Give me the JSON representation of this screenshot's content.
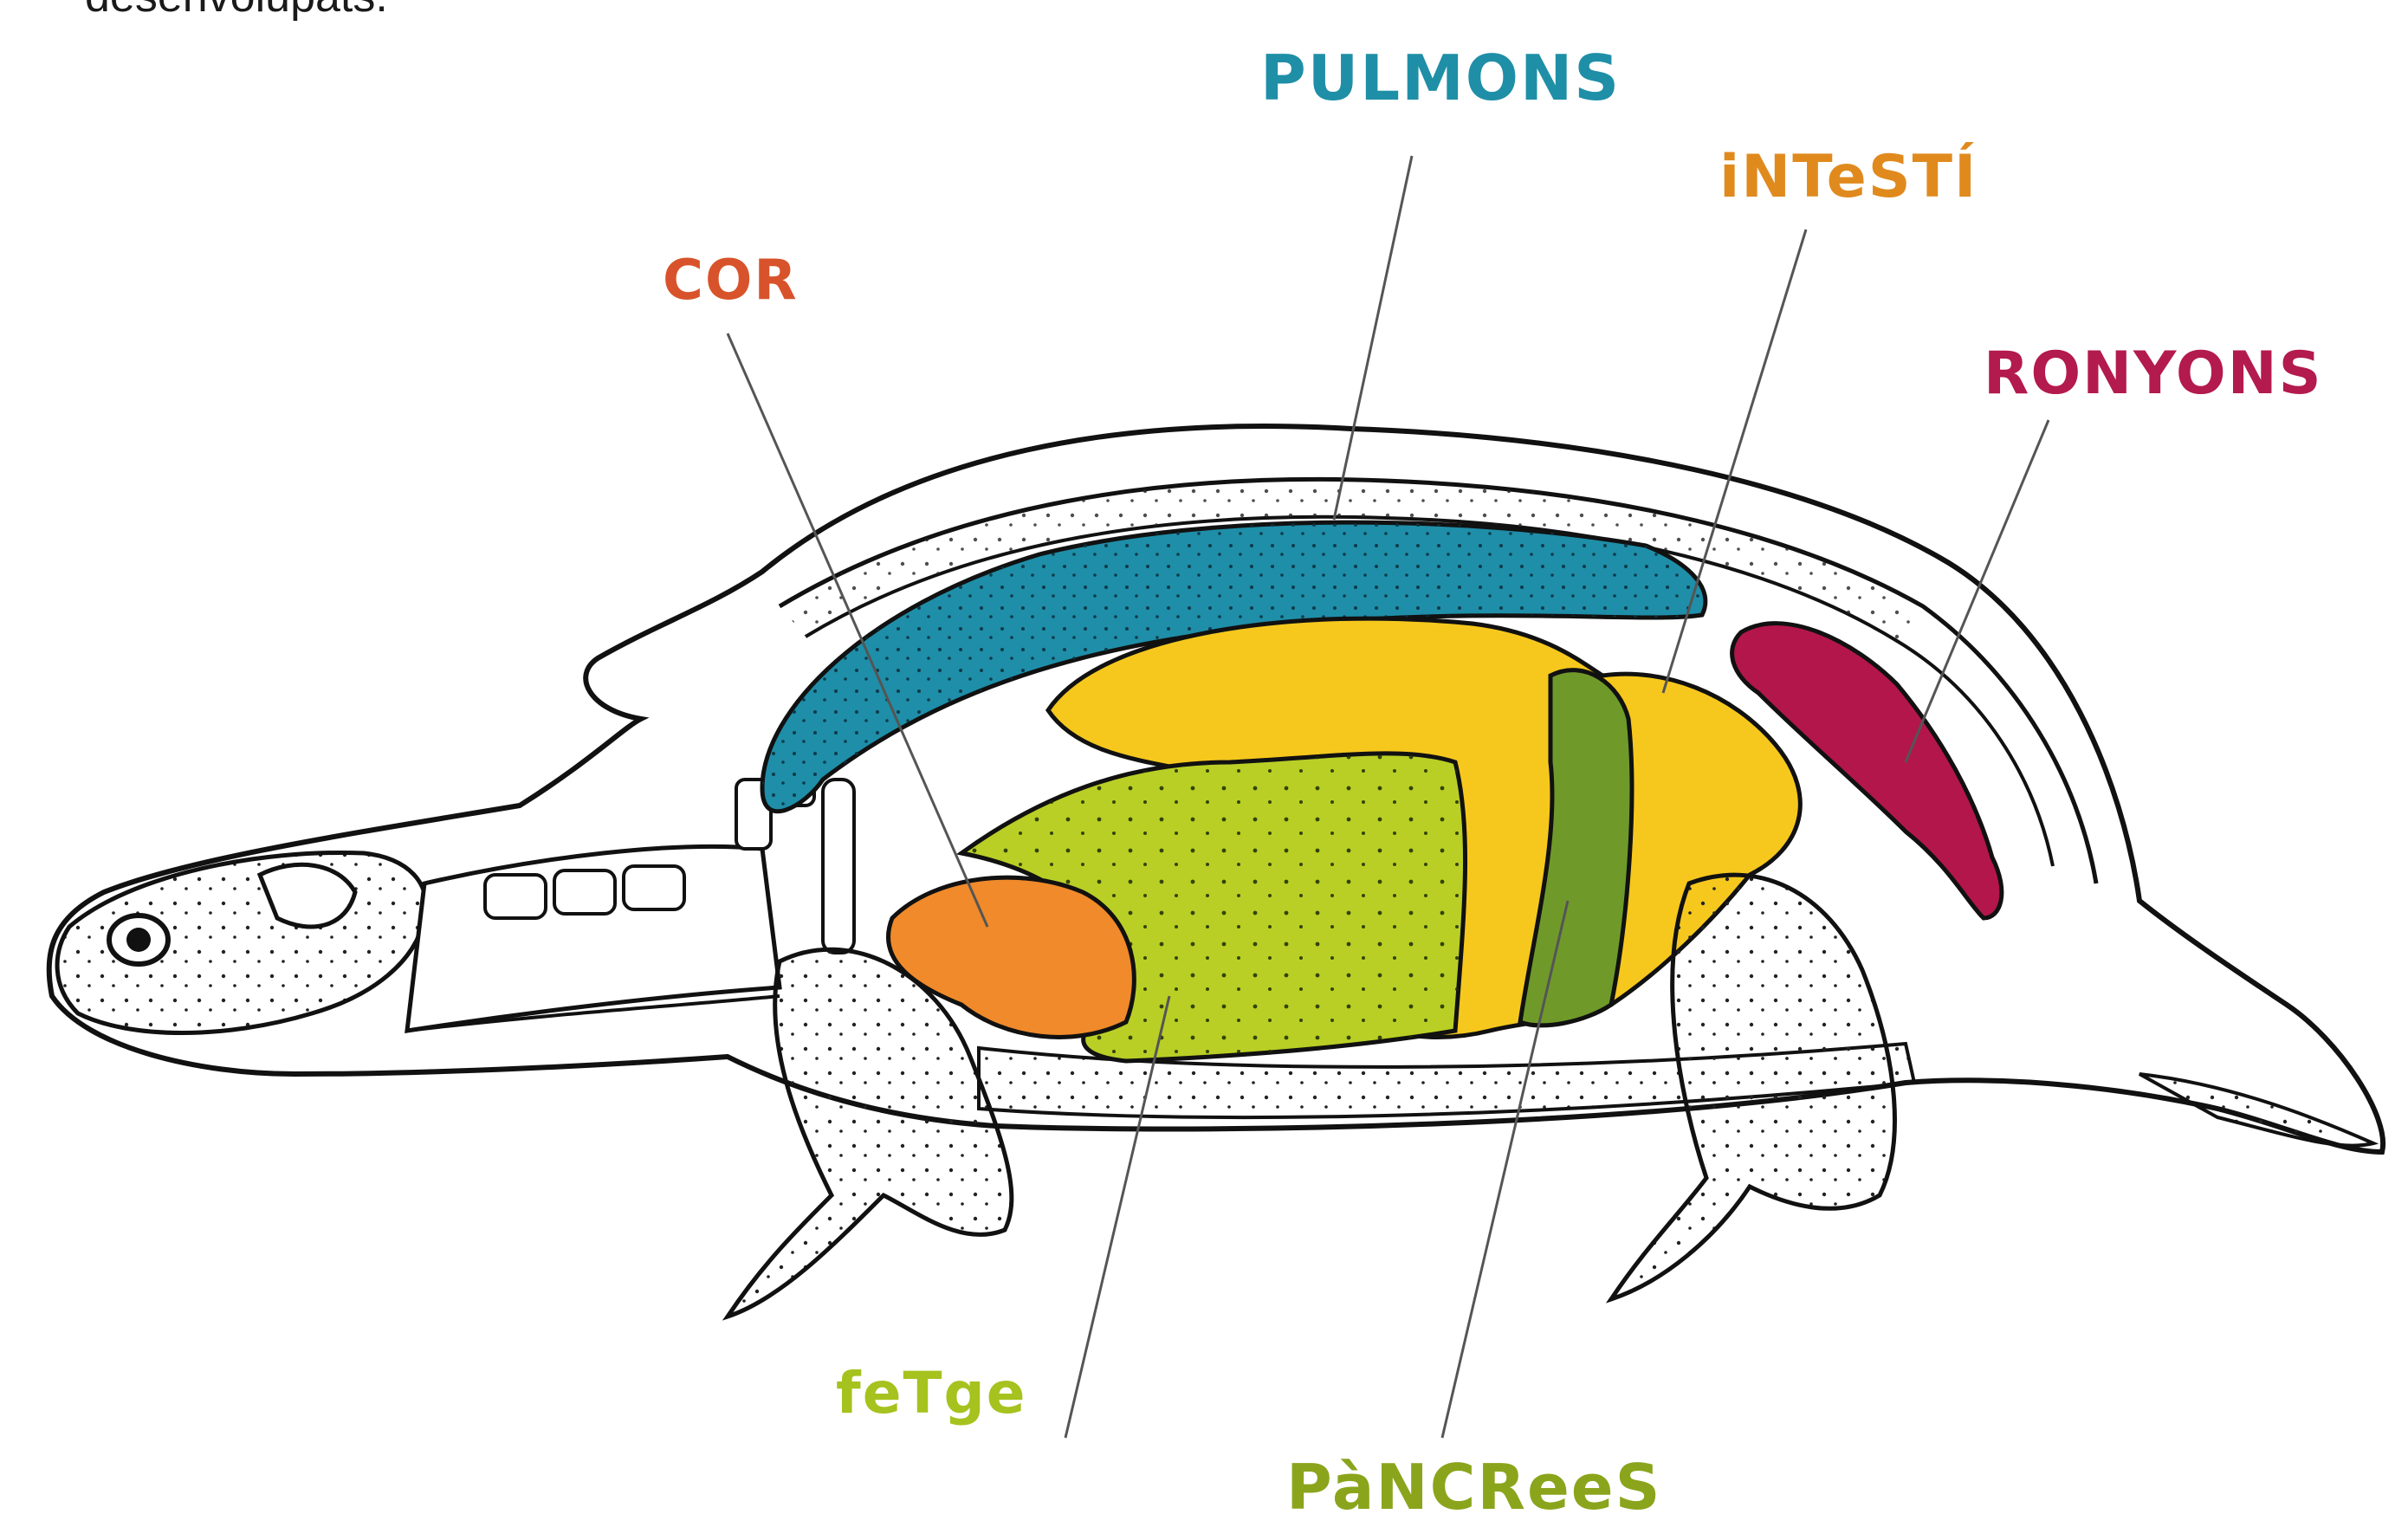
{
  "intro_text": "desenvolupats.",
  "labels": {
    "pulmons": "PULMONS",
    "intesti": "iNTeSTÍ",
    "cor": "COR",
    "ronyons": "RONYONS",
    "fetge": "feTge",
    "pancrees": "PàNCReeS"
  },
  "colors": {
    "pulmons": "#1e8fa6",
    "intesti": "#e08a1e",
    "cor": "#d8532b",
    "ronyons": "#b31a4d",
    "fetge": "#a6c21e",
    "pancrees": "#8aa51c",
    "liver_fill": "#b9cf25",
    "intestine_fill": "#f6c81d",
    "heart_fill": "#f08a2a",
    "kidney_fill": "#b3164b",
    "lung_fill": "#1f8ea8",
    "pancreas_fill": "#6f9a2a"
  }
}
